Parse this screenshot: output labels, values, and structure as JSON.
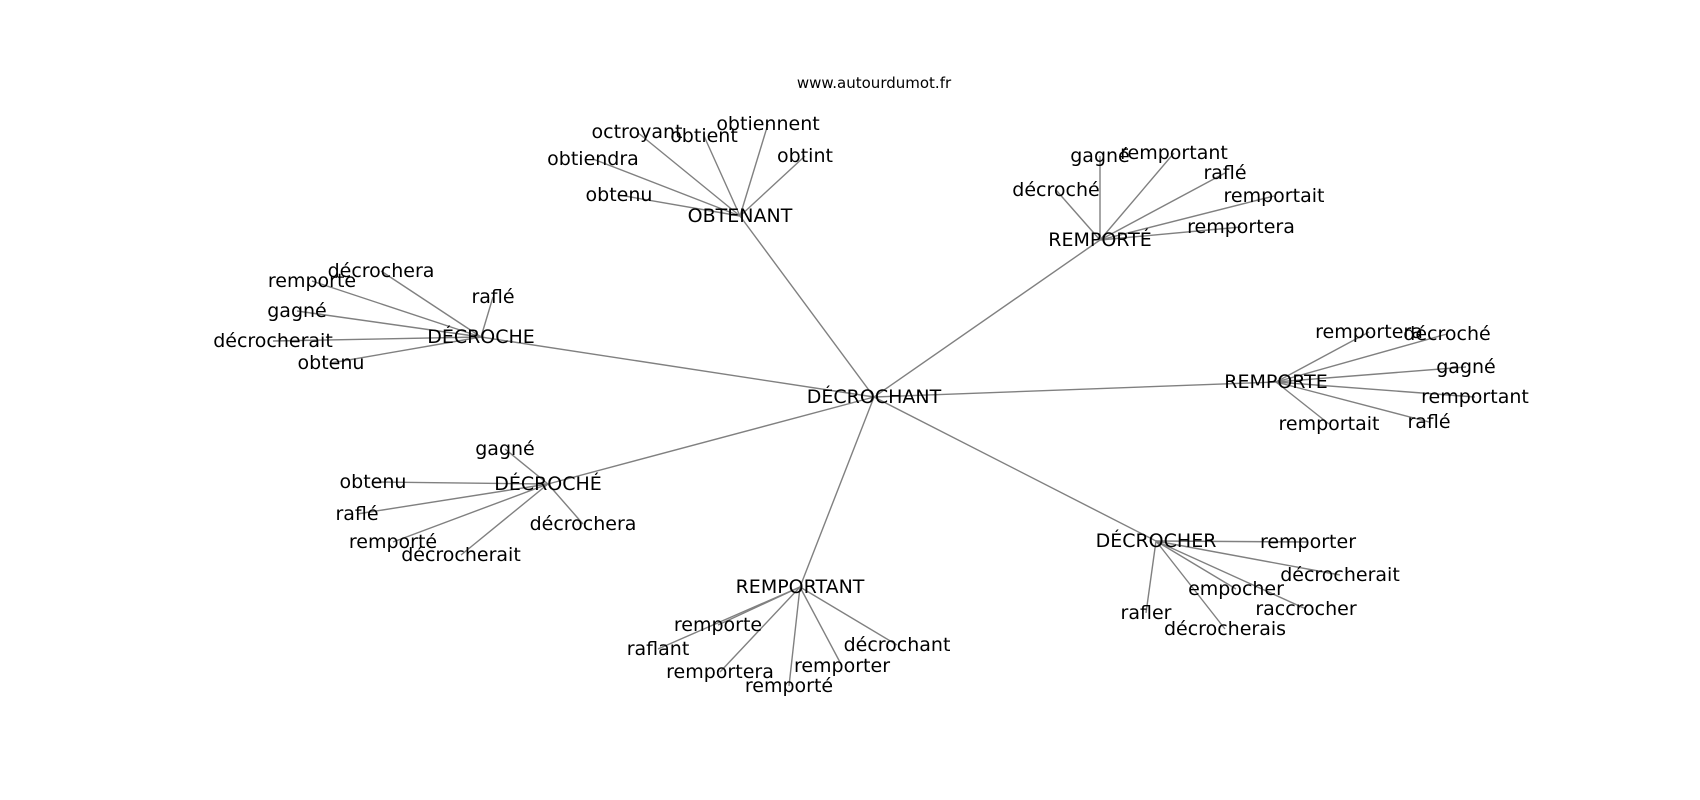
{
  "watermark": "www.autourdumot.fr",
  "graph": {
    "center": "DÉCROCHANT",
    "branches": [
      {
        "label": "OBTENANT",
        "leaves": [
          "octroyant",
          "obtient",
          "obtiennent",
          "obtint",
          "obtiendra",
          "obtenu"
        ]
      },
      {
        "label": "REMPORTÉ",
        "leaves": [
          "gagné",
          "remportant",
          "raflé",
          "décroché",
          "remportait",
          "remportera"
        ]
      },
      {
        "label": "DÉCROCHE",
        "leaves": [
          "décrochera",
          "remporte",
          "gagné",
          "décrocherait",
          "raflé",
          "obtenu"
        ]
      },
      {
        "label": "REMPORTE",
        "leaves": [
          "remportera",
          "décroché",
          "gagné",
          "remportant",
          "raflé",
          "remportait"
        ]
      },
      {
        "label": "DÉCROCHÉ",
        "leaves": [
          "gagné",
          "obtenu",
          "raflé",
          "remporté",
          "décrocherait",
          "décrochera"
        ]
      },
      {
        "label": "DÉCROCHER",
        "leaves": [
          "remporter",
          "décrocherait",
          "empocher",
          "raccrocher",
          "rafler",
          "décrocherais"
        ]
      },
      {
        "label": "REMPORTANT",
        "leaves": [
          "remporte",
          "raflant",
          "remportera",
          "remporté",
          "remporter",
          "décrochant"
        ]
      }
    ]
  }
}
